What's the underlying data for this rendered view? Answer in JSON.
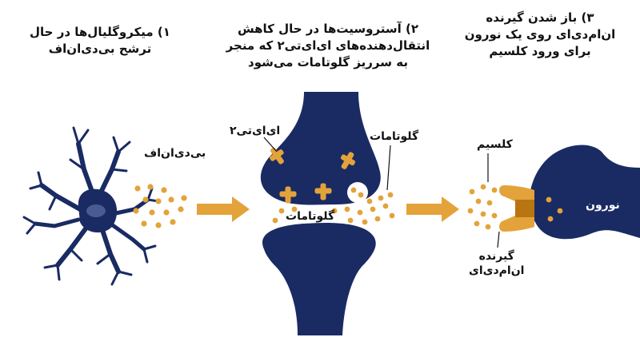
{
  "steps": [
    {
      "lines": [
        "۱) میکروگلیال‌ها در حال",
        "ترشح بی‌دی‌ان‌اف"
      ]
    },
    {
      "lines": [
        "۲) آستروسیت‌ها در حال کاهش",
        "انتقال‌دهنده‌های ای‌ای‌تی۲ که منجر",
        "به سرریز گلوتامات می‌شود"
      ]
    },
    {
      "lines": [
        "۳) باز شدن گیرنده",
        "ان‌ام‌دی‌ای روی یک نورون",
        "برای ورود کلسیم"
      ]
    }
  ],
  "labels": {
    "bdnf": "بی‌دی‌ان‌اف",
    "eaat2": "ای‌ای‌تی۲",
    "glutamate_top": "گلوتامات",
    "glutamate_cleft": "گلوتامات",
    "calcium": "کلسیم",
    "neuron": "نورون",
    "nmda_line1": "گیرنده",
    "nmda_line2": "ان‌ام‌دی‌ای"
  },
  "colors": {
    "navy": "#1a2b63",
    "accent": "#e3a33a",
    "text": "#111111",
    "background": "#ffffff"
  }
}
